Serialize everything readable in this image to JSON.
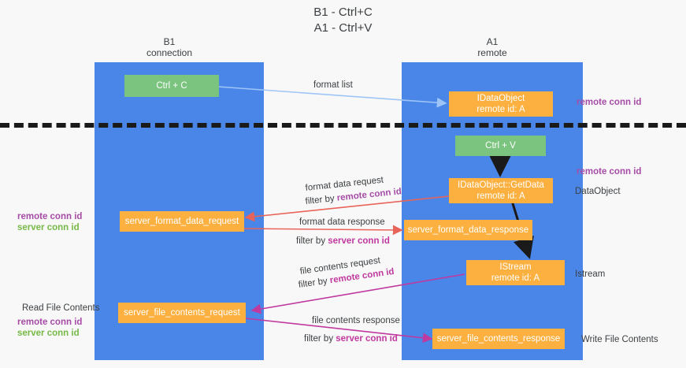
{
  "title": {
    "line1": "B1 - Ctrl+C",
    "line2": "A1 - Ctrl+V"
  },
  "columns": [
    {
      "name": "B1",
      "role": "connection"
    },
    {
      "name": "A1",
      "role": "remote"
    }
  ],
  "boxes": {
    "ctrl_c": {
      "label": "Ctrl + C"
    },
    "idataobject": {
      "line1": "IDataObject",
      "line2": "remote id: A"
    },
    "ctrl_v": {
      "label": "Ctrl + V"
    },
    "getdata": {
      "line1": "IDataObject::GetData",
      "line2": "remote id: A"
    },
    "server_format_data_request": {
      "label": "server_format_data_request"
    },
    "server_format_data_response": {
      "label": "server_format_data_response"
    },
    "istream": {
      "line1": "IStream",
      "line2": "remote id: A"
    },
    "server_file_contents_request": {
      "label": "server_file_contents_request"
    },
    "server_file_contents_response": {
      "label": "server_file_contents_response"
    }
  },
  "arrow_labels": {
    "format_list": "format list",
    "format_data_request": "format data request",
    "format_data_request_filter_prefix": "filter by ",
    "format_data_request_filter_key": "remote conn id",
    "format_data_response": "format data response",
    "format_data_response_filter_prefix": "filter by ",
    "format_data_response_filter_key": "server conn id",
    "file_contents_request": "file contents request",
    "file_contents_request_filter_prefix": "filter by ",
    "file_contents_request_filter_key": "remote conn id",
    "file_contents_response": "file contents response",
    "file_contents_response_filter_prefix": "filter by ",
    "file_contents_response_filter_key": "server conn id"
  },
  "right_labels": {
    "remote_conn_id_top": "remote conn id",
    "remote_conn_id_mid": "remote conn id",
    "dataobject": "DataObject",
    "istream": "Istream",
    "write_file_contents": "Write File Contents"
  },
  "left_labels": {
    "remote_conn_id": "remote conn id",
    "server_conn_id": "server conn id",
    "read_file_contents": "Read File Contents",
    "remote_conn_id_2": "remote conn id",
    "server_conn_id_2": "server conn id"
  },
  "colors": {
    "lane": "#4a86e8",
    "green_box": "#7bc47f",
    "orange_box": "#fbb040",
    "purple": "#a64ca6",
    "magenta": "#c0399f",
    "green_text": "#76b947",
    "red_arrow": "#e8645a",
    "blue_arrow": "#9fc5f8",
    "black_arrow": "#1a1a1a",
    "background": "#f8f8f8"
  }
}
